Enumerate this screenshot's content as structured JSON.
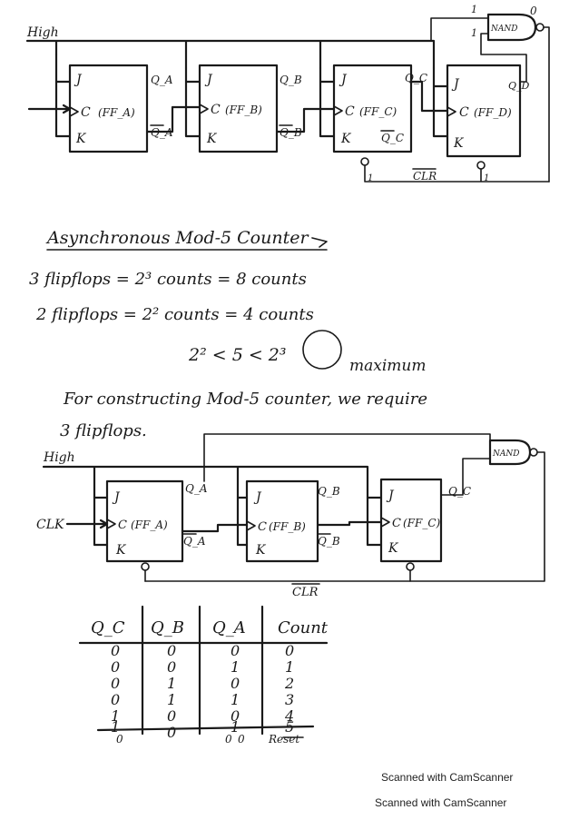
{
  "circuit1": {
    "high": "High",
    "nand": "NAND",
    "nand_out": "0",
    "ones": [
      "1",
      "1"
    ],
    "ff": [
      {
        "name": "(FF_A)",
        "q": "Q_A",
        "qbar": "Q_A"
      },
      {
        "name": "(FF_B)",
        "q": "Q_B",
        "qbar": "Q_B"
      },
      {
        "name": "(FF_C)",
        "q": "Q_C",
        "qbar": "Q_C"
      },
      {
        "name": "(FF_D)",
        "q": "Q_D",
        "qbar": ""
      }
    ],
    "clr_label": "CLR",
    "clr_ones": [
      "1",
      "1"
    ],
    "pins": {
      "j": "J",
      "k": "K",
      "c": "C"
    }
  },
  "heading": "Asynchronous Mod-5 Counter",
  "calc": {
    "line1": "3 flipflops = 2³ counts = 8 counts",
    "line2": "2 flipflops = 2² counts = 4 counts",
    "ineq": "2² < 5 < 2³",
    "maximum": "maximum",
    "line3a": "For constructing Mod-5 counter, we require",
    "line3b": "3 flipflops."
  },
  "circuit2": {
    "high": "High",
    "clk": "CLK",
    "nand": "NAND",
    "ff": [
      {
        "name": "(FF_A)",
        "q": "Q_A",
        "qbar": "Q_A"
      },
      {
        "name": "(FF_B)",
        "q": "Q_B",
        "qbar": "Q_B"
      },
      {
        "name": "(FF_C)",
        "q": "Q_C"
      }
    ],
    "clr_label": "CLR",
    "pins": {
      "j": "J",
      "k": "K",
      "c": "C"
    }
  },
  "table": {
    "headers": [
      "Q_C",
      "Q_B",
      "Q_A",
      "Count"
    ],
    "rows": [
      [
        "0",
        "0",
        "0",
        "0"
      ],
      [
        "0",
        "0",
        "1",
        "1"
      ],
      [
        "0",
        "1",
        "0",
        "2"
      ],
      [
        "0",
        "1",
        "1",
        "3"
      ],
      [
        "1",
        "0",
        "0",
        "4"
      ],
      [
        "1",
        "0",
        "1",
        "5"
      ]
    ],
    "reset_override": [
      "0",
      "0",
      "0",
      "Reset"
    ]
  },
  "footer": [
    "Scanned with CamScanner",
    "Scanned with CamScanner"
  ]
}
